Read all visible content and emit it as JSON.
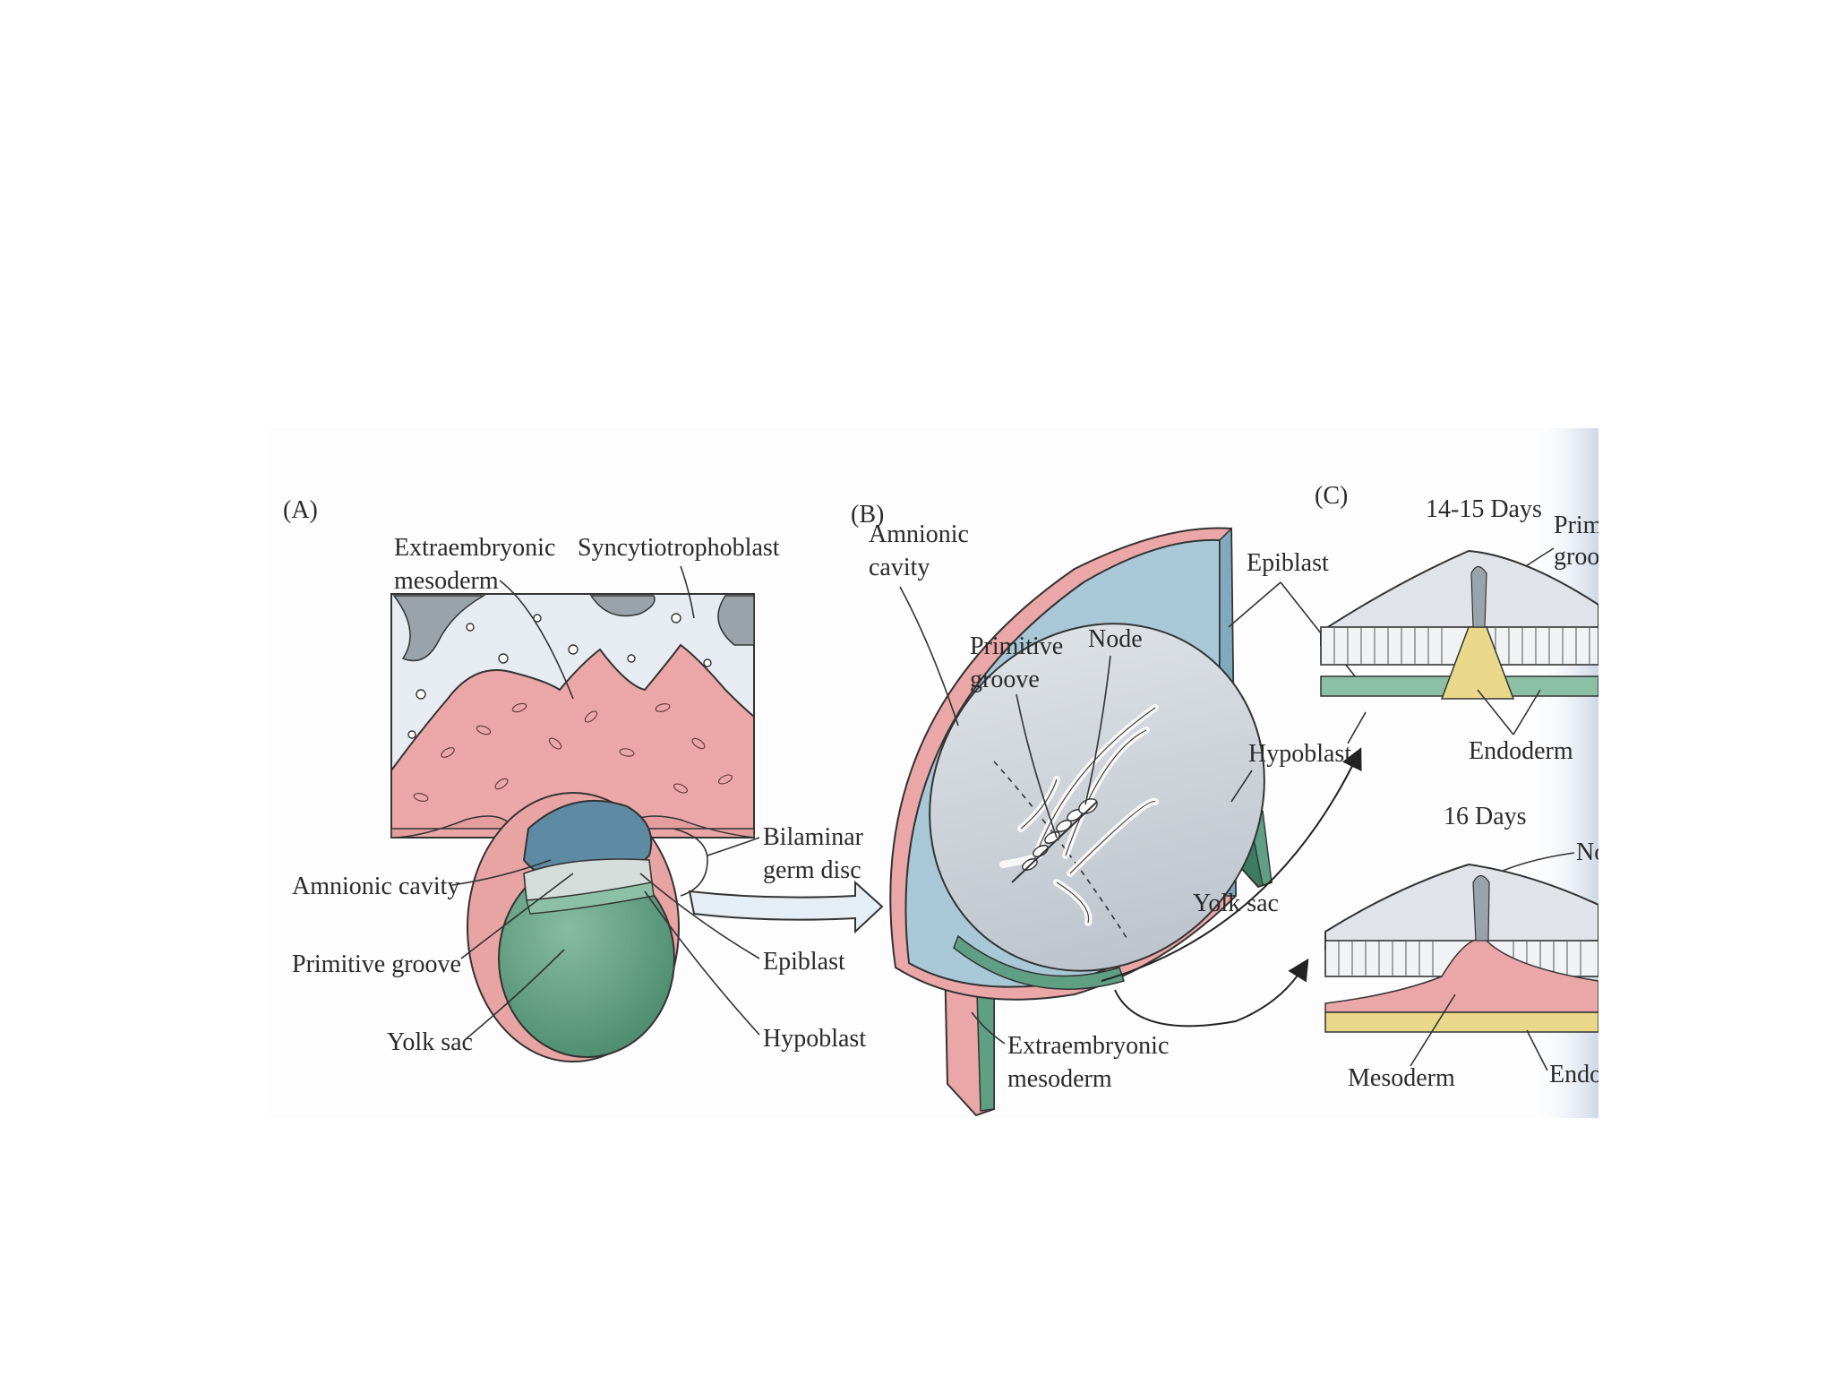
{
  "panels": {
    "a": "(A)",
    "b": "(B)",
    "c": "(C)"
  },
  "panel_a": {
    "extraembryonic_line1": "Extraembryonic",
    "extraembryonic_line2": "mesoderm",
    "syncytiotrophoblast": "Syncytiotrophoblast",
    "bilaminar_line1": "Bilaminar",
    "bilaminar_line2": "germ disc",
    "amnionic_cavity": "Amnionic cavity",
    "primitive_groove": "Primitive groove",
    "epiblast": "Epiblast",
    "yolk_sac": "Yolk sac",
    "hypoblast": "Hypoblast"
  },
  "panel_b": {
    "amnionic_line1": "Amnionic",
    "amnionic_line2": "cavity",
    "primitive_line1": "Primitive",
    "primitive_line2": "groove",
    "node": "Node",
    "epiblast": "Epiblast",
    "hypoblast": "Hypoblast",
    "yolk_sac": "Yolk sac",
    "extraembryonic_line1": "Extraembryonic",
    "extraembryonic_line2": "mesoderm"
  },
  "panel_c": {
    "days_top": "14-15 Days",
    "prim_line1": "Prim",
    "prim_line2": "groo",
    "endoderm_top": "Endoderm",
    "days_bottom": "16 Days",
    "node_cut": "No",
    "mesoderm": "Mesoderm",
    "endoderm_cut": "Endo"
  },
  "colors": {
    "pink": "#eba7a7",
    "amnion_blue": "#a8c8d8",
    "yolk_green": "#5f9f84",
    "disc_gray": "#c9cfd6",
    "yellow": "#e9d88a"
  }
}
